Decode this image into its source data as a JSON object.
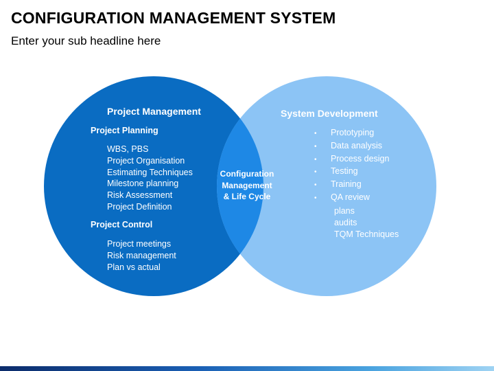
{
  "header": {
    "title": "CONFIGURATION MANAGEMENT SYSTEM",
    "subtitle": "Enter your sub headline here"
  },
  "colors": {
    "left_circle": "#0a6cc2",
    "right_circle": "#8cc4f5",
    "overlap": "#1e88e5",
    "text_on_circle": "#ffffff"
  },
  "left_circle": {
    "heading": "Project Management",
    "sections": [
      {
        "title": "Project Planning",
        "items": [
          "WBS, PBS",
          "Project Organisation",
          "Estimating Techniques",
          "Milestone planning",
          "Risk Assessment",
          "Project Definition"
        ]
      },
      {
        "title": "Project Control",
        "items": [
          "Project meetings",
          "Risk management",
          "Plan vs actual"
        ]
      }
    ]
  },
  "overlap": {
    "lines": [
      "Configuration",
      "Management",
      "& Life Cycle"
    ]
  },
  "right_circle": {
    "heading": "System Development",
    "bullets": [
      "Prototyping",
      "Data analysis",
      "Process design",
      "Testing",
      "Training",
      "QA review"
    ],
    "extra_items": [
      "plans",
      "audits",
      "TQM Techniques"
    ]
  }
}
